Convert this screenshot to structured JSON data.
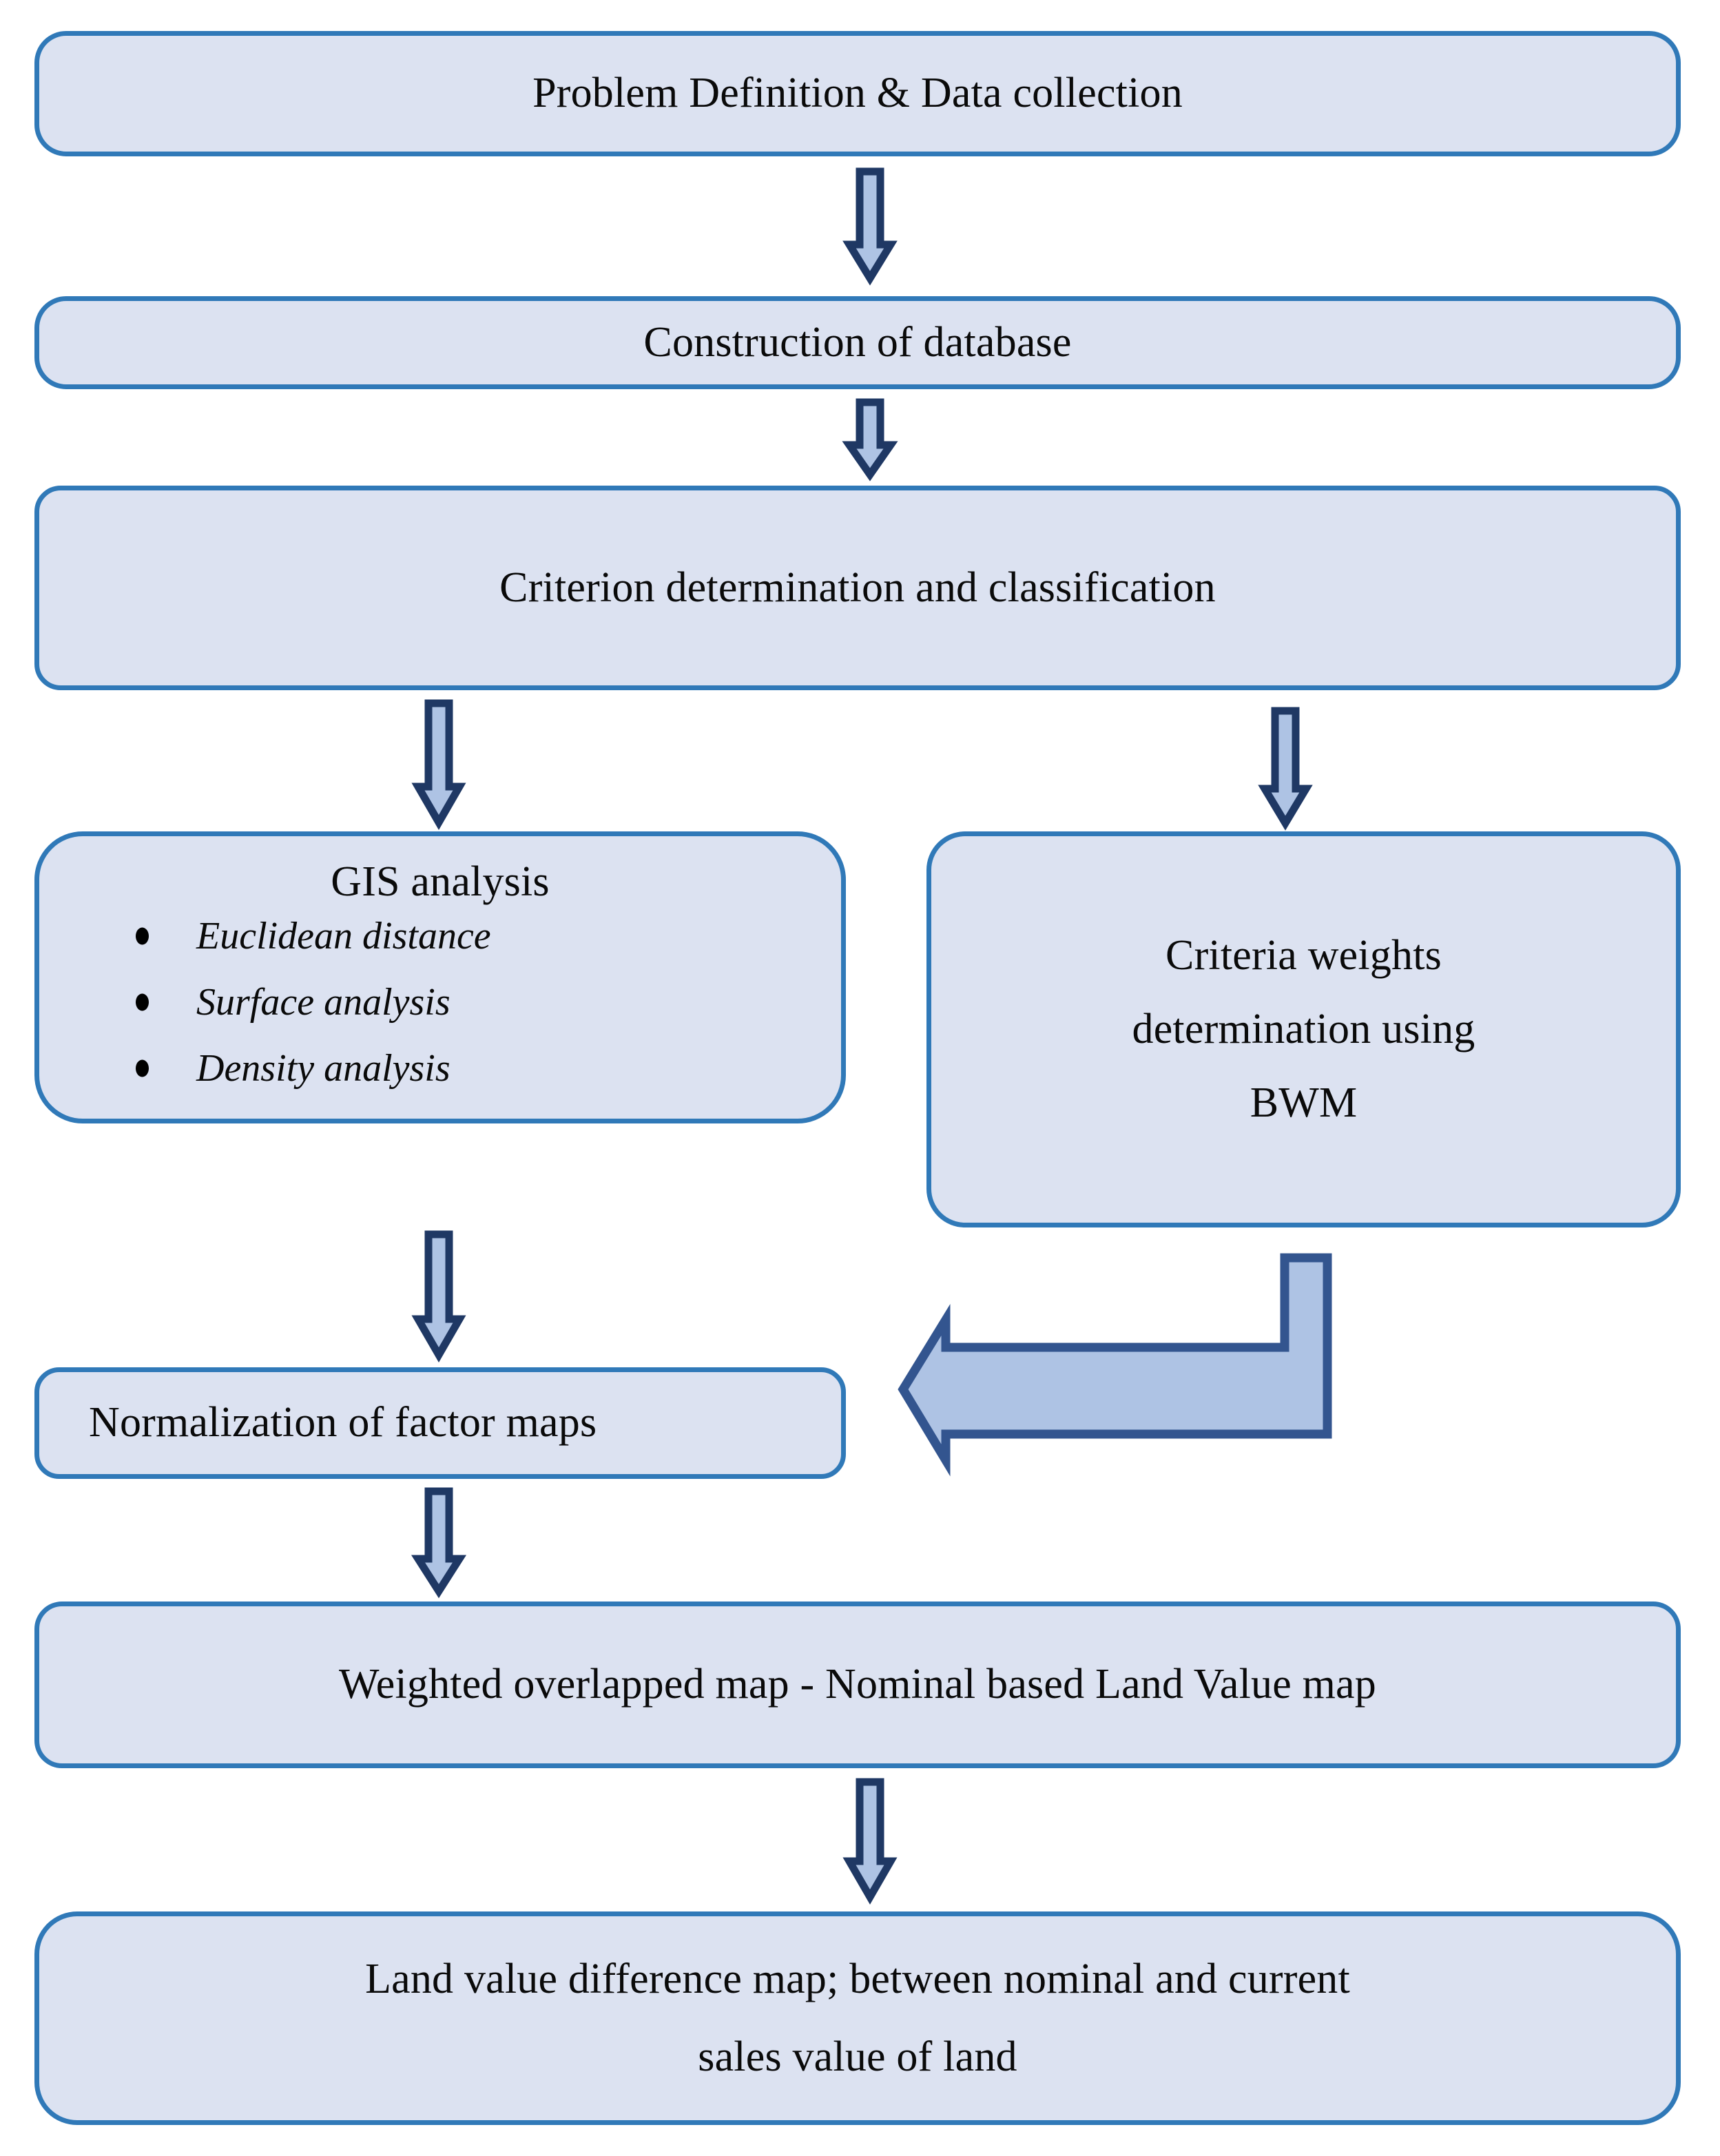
{
  "diagram": {
    "title": "Land value assessment methodology flowchart",
    "colors": {
      "node_fill": "#dce2f1",
      "node_border": "#3079b8",
      "arrow_fill": "#aec3e4",
      "arrow_border": "#1f3864",
      "elbow_border": "#33558f",
      "text": "#0a0a0a",
      "background": "#ffffff"
    }
  },
  "nodes": {
    "problem": {
      "label": "Problem Definition & Data collection"
    },
    "database": {
      "label": "Construction of database"
    },
    "criterion": {
      "label": "Criterion determination and classification"
    },
    "gis": {
      "heading": "GIS analysis",
      "items": [
        "Euclidean distance",
        "Surface analysis",
        "Density analysis"
      ]
    },
    "bwm": {
      "lines": [
        "Criteria weights",
        "determination using",
        "BWM"
      ]
    },
    "normalize": {
      "label": "Normalization of factor maps"
    },
    "weighted": {
      "label": "Weighted overlapped map - Nominal based Land Value map"
    },
    "difference": {
      "lines": [
        "Land value difference map; between nominal and current",
        "sales value of land"
      ]
    }
  },
  "connectors": [
    {
      "name": "problem-to-database",
      "type": "arrow-down"
    },
    {
      "name": "database-to-criterion",
      "type": "arrow-down"
    },
    {
      "name": "criterion-to-gis",
      "type": "arrow-down"
    },
    {
      "name": "criterion-to-bwm",
      "type": "arrow-down"
    },
    {
      "name": "gis-to-normalize",
      "type": "arrow-down"
    },
    {
      "name": "bwm-to-normalize",
      "type": "elbow-arrow-left"
    },
    {
      "name": "normalize-to-weighted",
      "type": "arrow-down"
    },
    {
      "name": "weighted-to-difference",
      "type": "arrow-down"
    }
  ]
}
